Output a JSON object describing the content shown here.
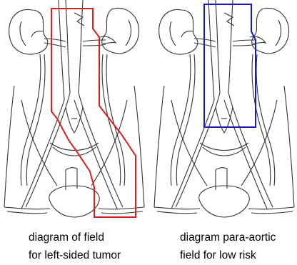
{
  "panels": [
    {
      "caption_line1": "diagram of field",
      "caption_line2": "for left-sided tumor",
      "field_color": "#d42020"
    },
    {
      "caption_line1": "diagram para-aortic",
      "caption_line2": "field for low risk",
      "field_color": "#1a1ab8"
    }
  ],
  "anatomy_color": "#333333"
}
